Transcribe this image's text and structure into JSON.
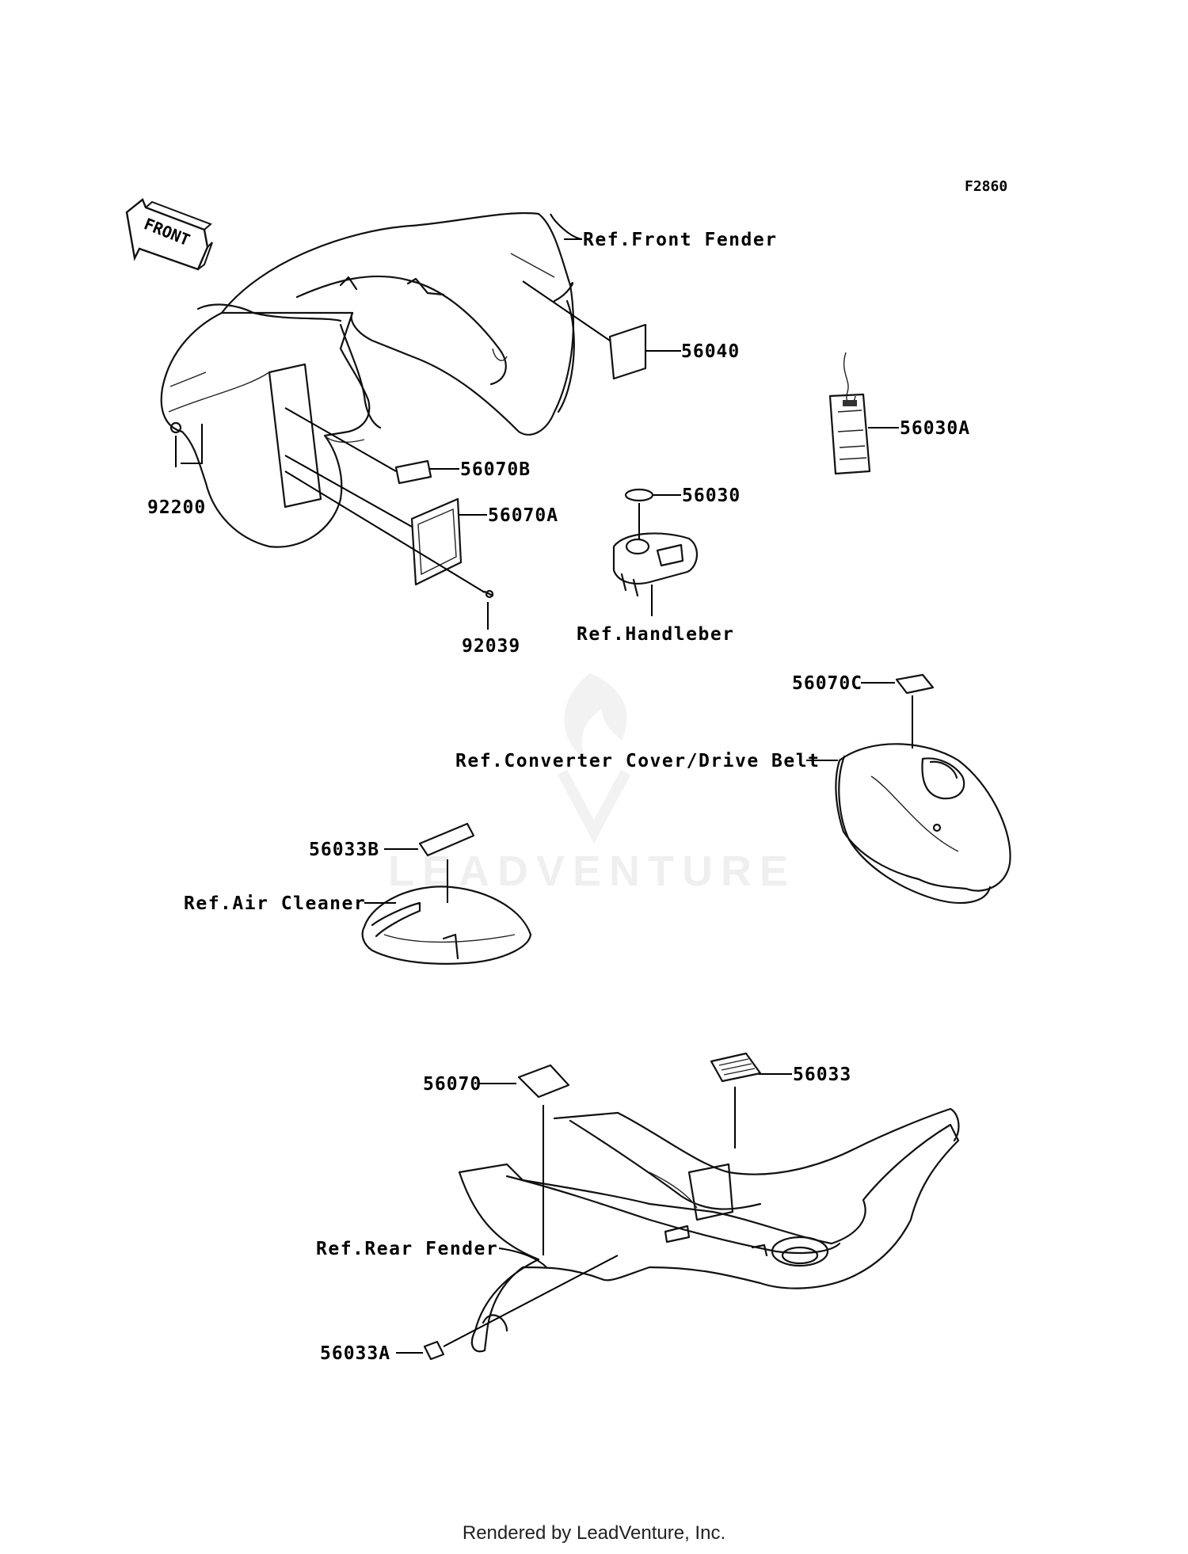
{
  "figure_id": "F2860",
  "front_arrow": "FRONT",
  "labels": {
    "p56040": "56040",
    "p56030A": "56030A",
    "p56070B": "56070B",
    "p56070A": "56070A",
    "p56030": "56030",
    "p92200": "92200",
    "p92039": "92039",
    "p56070C": "56070C",
    "p56033B": "56033B",
    "p56070": "56070",
    "p56033": "56033",
    "p56033A": "56033A"
  },
  "references": {
    "front_fender": "Ref.Front Fender",
    "handlebar": "Ref.Handleber",
    "converter_cover": "Ref.Converter Cover/Drive Belt",
    "air_cleaner": "Ref.Air Cleaner",
    "rear_fender": "Ref.Rear Fender"
  },
  "watermark": "LEADVENTURE",
  "footer": "Rendered by LeadVenture, Inc."
}
